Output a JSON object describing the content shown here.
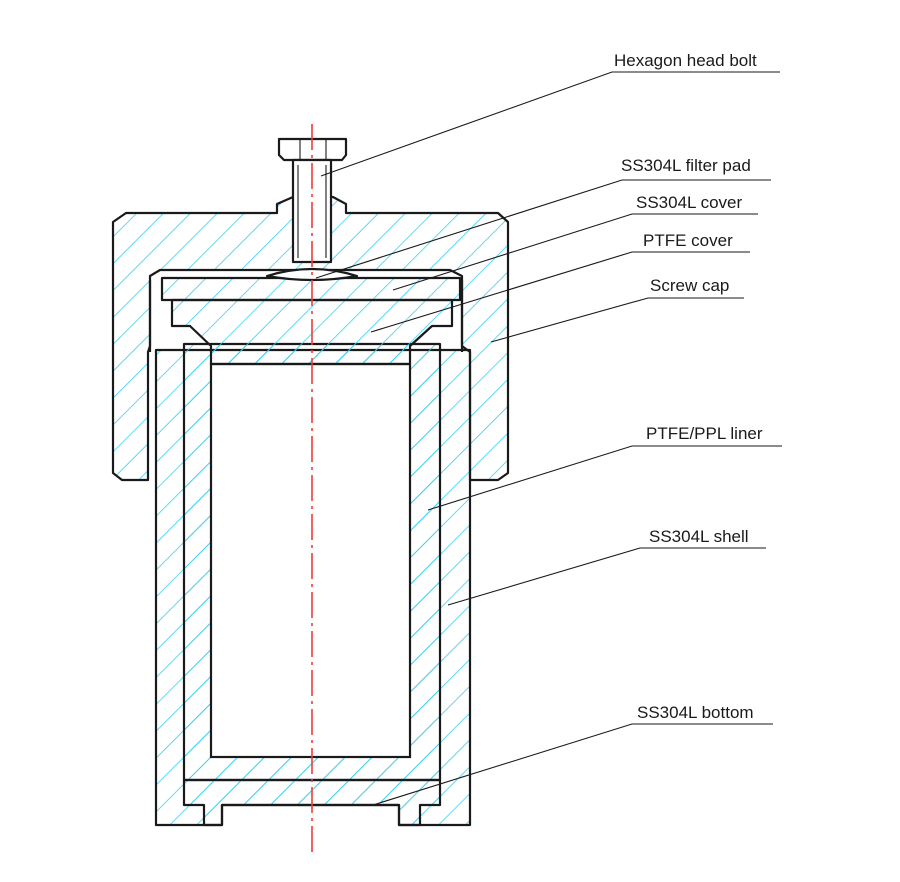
{
  "labels": {
    "bolt": "Hexagon head bolt",
    "filter_pad": "SS304L filter pad",
    "ss_cover": "SS304L cover",
    "ptfe_cover": "PTFE cover",
    "screw_cap": "Screw cap",
    "liner": "PTFE/PPL liner",
    "shell": "SS304L shell",
    "bottom": "SS304L bottom"
  },
  "colors": {
    "hatch": "#37d0f0",
    "outline": "#1a1a1a",
    "centerline": "#ee3b3b"
  }
}
